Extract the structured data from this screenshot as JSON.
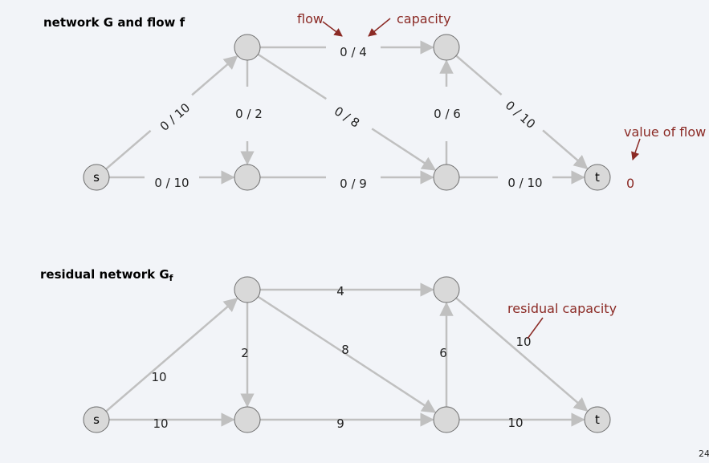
{
  "title_top": "network G and flow f",
  "title_bottom_main": "residual network G",
  "title_bottom_sub": "f",
  "page_number": "24",
  "annotations": {
    "flow": "flow",
    "capacity": "capacity",
    "value_of_flow": "value of flow",
    "flow_value": "0",
    "residual_capacity": "residual capacity"
  },
  "node_labels": {
    "s": "s",
    "t": "t"
  },
  "network_edges": [
    {
      "from": "s",
      "to": "A",
      "label": "0 / 10"
    },
    {
      "from": "s",
      "to": "C",
      "label": "0 / 10"
    },
    {
      "from": "A",
      "to": "B",
      "label": "0 / 4"
    },
    {
      "from": "A",
      "to": "C",
      "label": "0 / 2"
    },
    {
      "from": "A",
      "to": "D",
      "label": "0 / 8"
    },
    {
      "from": "C",
      "to": "D",
      "label": "0 / 9"
    },
    {
      "from": "D",
      "to": "B",
      "label": "0 / 6"
    },
    {
      "from": "B",
      "to": "t",
      "label": "0 / 10"
    },
    {
      "from": "D",
      "to": "t",
      "label": "0 / 10"
    }
  ],
  "residual_edges": [
    {
      "from": "s",
      "to": "A",
      "label": "10"
    },
    {
      "from": "s",
      "to": "C",
      "label": "10"
    },
    {
      "from": "A",
      "to": "B",
      "label": "4"
    },
    {
      "from": "A",
      "to": "C",
      "label": "2"
    },
    {
      "from": "A",
      "to": "D",
      "label": "8"
    },
    {
      "from": "C",
      "to": "D",
      "label": "9"
    },
    {
      "from": "D",
      "to": "B",
      "label": "6"
    },
    {
      "from": "B",
      "to": "t",
      "label": "10"
    },
    {
      "from": "D",
      "to": "t",
      "label": "10"
    }
  ]
}
